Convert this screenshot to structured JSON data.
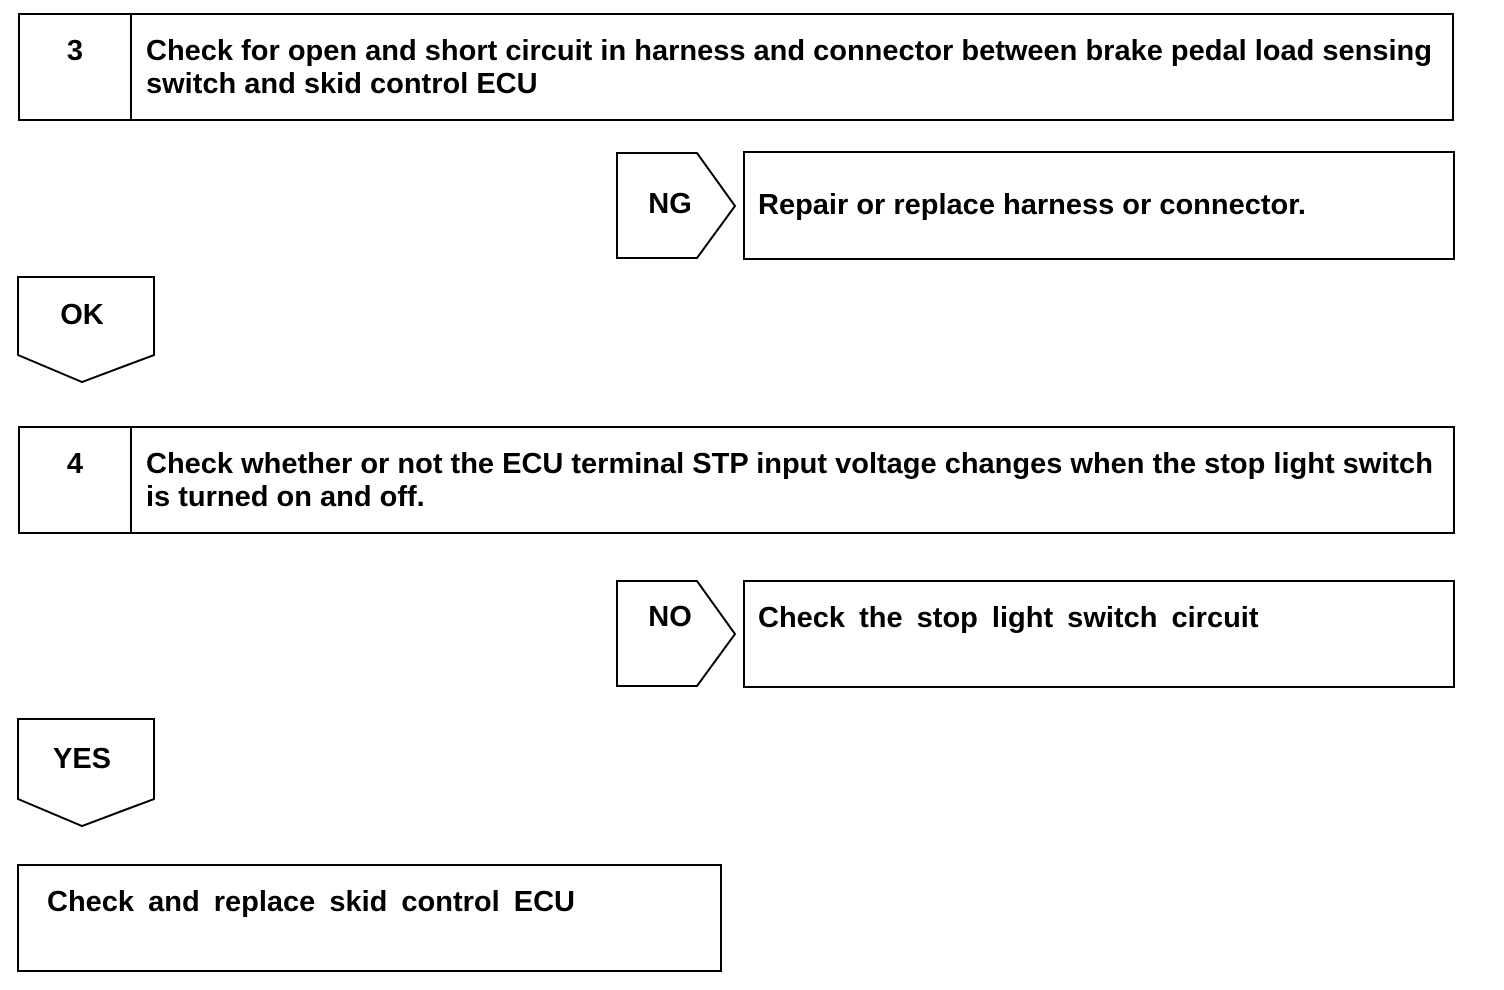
{
  "steps": [
    {
      "number": "3",
      "text": "Check for open and short circuit in harness and connector between brake pedal load sensing switch and skid control ECU",
      "branch_label": "NG",
      "branch_result": "Repair or replace harness or connector.",
      "continue_label": "OK"
    },
    {
      "number": "4",
      "text": "Check whether or not the ECU terminal STP input voltage changes when the stop light switch is turned on and off.",
      "branch_label": "NO",
      "branch_result": "Check the stop light switch circuit",
      "continue_label": "YES"
    }
  ],
  "final_action": "Check and replace skid control ECU"
}
